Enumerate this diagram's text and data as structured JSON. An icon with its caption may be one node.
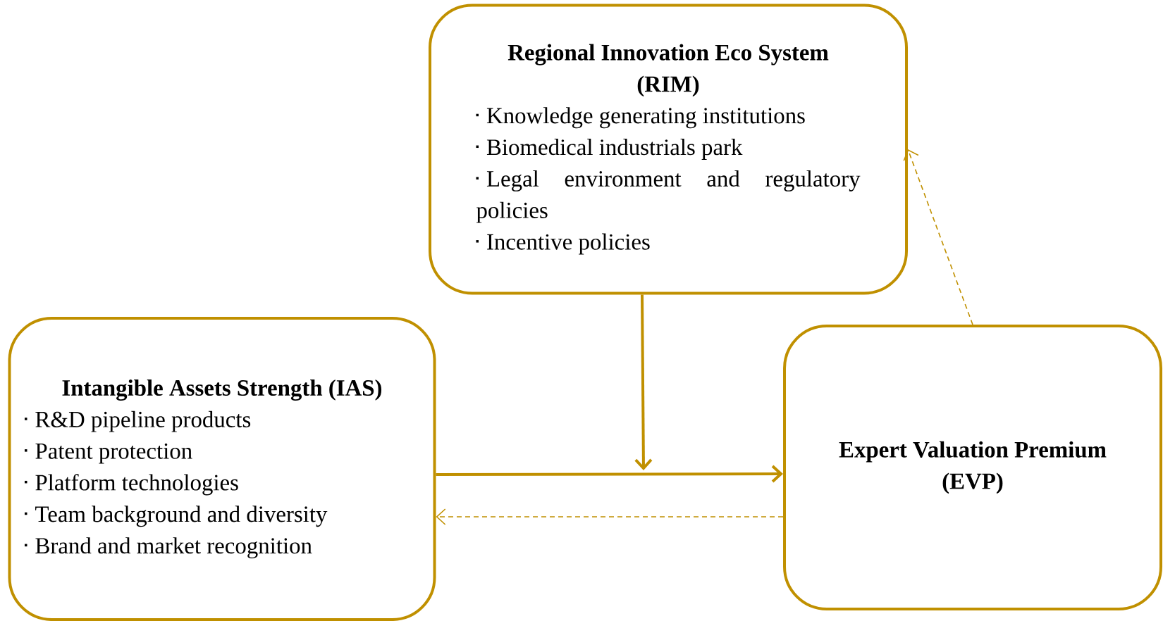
{
  "diagram": {
    "nodes": [
      {
        "text": [
          "Regional Innovation Eco System (RIM)",
          "Knowledge generating institutions",
          "Biomedical industrials park",
          "Legal environment and regulatory policies",
          "Incentive policies"
        ]
      },
      {
        "text": [
          "Intangible Assets Strength (IAS)",
          "R&D pipeline products",
          "Patent protection",
          "Platform technologies",
          "Team background and diversity",
          "Brand and market recognition"
        ]
      },
      {
        "text": [
          "Expert Valuation Premium (EVP)"
        ]
      }
    ],
    "edges": [
      {
        "from": 0,
        "to": null,
        "arrow": "to"
      },
      {
        "from": 1,
        "to": 2,
        "arrow": "to"
      },
      {
        "from": 2,
        "to": 1,
        "arrow": "to",
        "style": "dashed"
      },
      {
        "from": 2,
        "to": 0,
        "arrow": "to",
        "style": "dashed"
      }
    ]
  }
}
